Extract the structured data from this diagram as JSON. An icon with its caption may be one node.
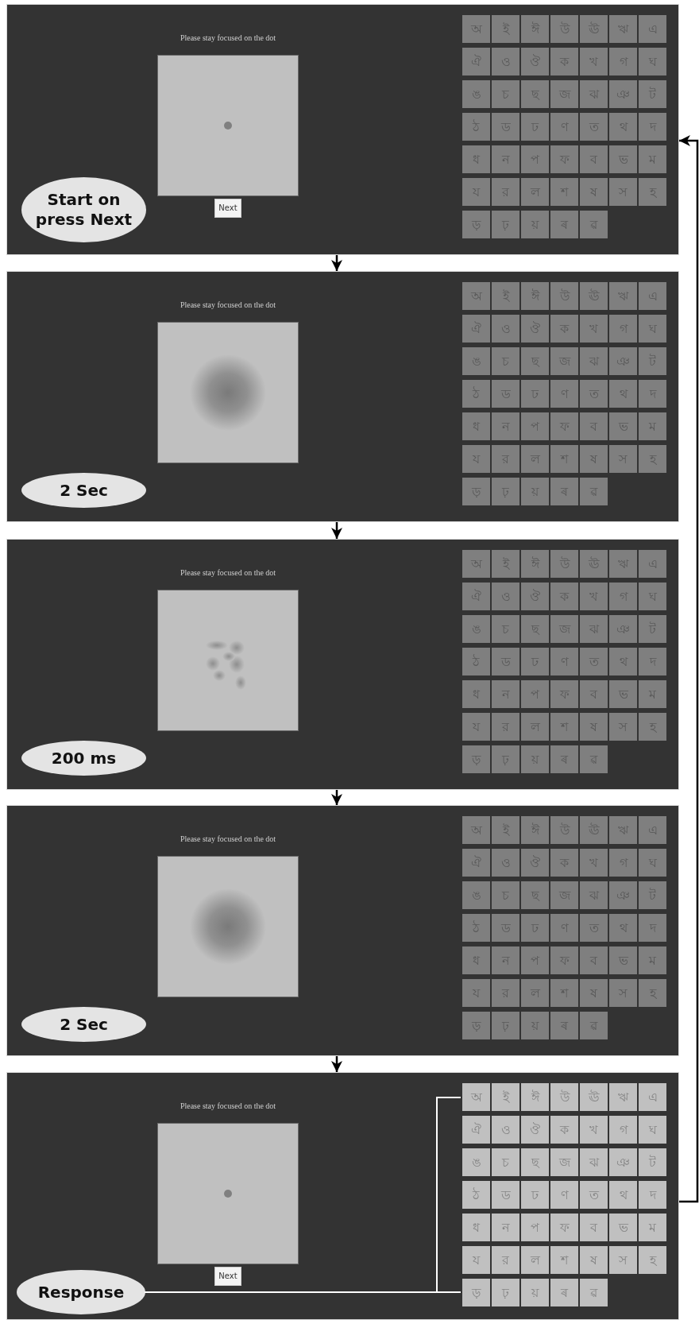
{
  "diagram": {
    "nodes": [
      {
        "text": [
          "Please stay focused on the dot"
        ]
      },
      {
        "text": [
          "Start on press Next"
        ],
        "in": 0
      },
      {
        "text": [
          "অ",
          "ই",
          "ঈ",
          "উ",
          "ঊ",
          "ঋ",
          "এ",
          "ঐ",
          "ও",
          "ঔ",
          "ক",
          "খ",
          "গ",
          "ঘ",
          "ঙ",
          "চ",
          "ছ",
          "জ",
          "ঝ",
          "ঞ",
          "ট",
          "ঠ",
          "ড",
          "ঢ",
          "ণ",
          "ত",
          "থ",
          "দ",
          "ধ",
          "ন",
          "প",
          "ফ",
          "ব",
          "ভ",
          "ম",
          "য",
          "র",
          "ল",
          "শ",
          "ষ",
          "স",
          "হ",
          "ড়",
          "ঢ়",
          "য়",
          "ৰ",
          "ৱ"
        ],
        "in": 0
      },
      {
        "text": [
          "Next"
        ],
        "in": 0
      },
      {
        "text": [
          "Please stay focused on the dot"
        ]
      },
      {
        "text": [
          "2 Sec"
        ],
        "in": 4
      },
      {
        "text": [
          "অ",
          "ই",
          "ঈ",
          "উ",
          "ঊ",
          "ঋ",
          "এ",
          "ঐ",
          "ও",
          "ঔ",
          "ক",
          "খ",
          "গ",
          "ঘ",
          "ঙ",
          "চ",
          "ছ",
          "জ",
          "ঝ",
          "ঞ",
          "ট",
          "ঠ",
          "ড",
          "ঢ",
          "ণ",
          "ত",
          "থ",
          "দ",
          "ধ",
          "ন",
          "প",
          "ফ",
          "ব",
          "ভ",
          "ম",
          "য",
          "র",
          "ল",
          "শ",
          "ষ",
          "স",
          "হ",
          "ড়",
          "ঢ়",
          "য়",
          "ৰ",
          "ৱ"
        ],
        "in": 4
      },
      {
        "text": [
          "Please stay focused on the dot"
        ]
      },
      {
        "text": [
          "200 ms"
        ],
        "in": 7
      },
      {
        "text": [
          "অ",
          "ই",
          "ঈ",
          "উ",
          "ঊ",
          "ঋ",
          "এ",
          "ঐ",
          "ও",
          "ঔ",
          "ক",
          "খ",
          "গ",
          "ঘ",
          "ঙ",
          "চ",
          "ছ",
          "জ",
          "ঝ",
          "ঞ",
          "ট",
          "ঠ",
          "ড",
          "ঢ",
          "ণ",
          "ত",
          "থ",
          "দ",
          "ধ",
          "ন",
          "প",
          "ফ",
          "ব",
          "ভ",
          "ম",
          "য",
          "র",
          "ল",
          "শ",
          "ষ",
          "স",
          "হ",
          "ড়",
          "ঢ়",
          "য়",
          "ৰ",
          "ৱ"
        ],
        "in": 7
      },
      {
        "text": [
          "Please stay focused on the dot"
        ]
      },
      {
        "text": [
          "2 Sec"
        ],
        "in": 10
      },
      {
        "text": [
          "অ",
          "ই",
          "ঈ",
          "উ",
          "ঊ",
          "ঋ",
          "এ",
          "ঐ",
          "ও",
          "ঔ",
          "ক",
          "খ",
          "গ",
          "ঘ",
          "ঙ",
          "চ",
          "ছ",
          "জ",
          "ঝ",
          "ঞ",
          "ট",
          "ঠ",
          "ড",
          "ঢ",
          "ণ",
          "ত",
          "থ",
          "দ",
          "ধ",
          "ন",
          "প",
          "ফ",
          "ব",
          "ভ",
          "ম",
          "য",
          "র",
          "ল",
          "শ",
          "ষ",
          "স",
          "হ",
          "ড়",
          "ঢ়",
          "য়",
          "ৰ",
          "ৱ"
        ],
        "in": 10
      },
      {
        "text": [
          "Please stay focused on the dot"
        ]
      },
      {
        "text": [
          "Response"
        ],
        "in": 13
      },
      {
        "text": [
          "অ",
          "ই",
          "ঈ",
          "উ",
          "ঊ",
          "ঋ",
          "এ",
          "ঐ",
          "ও",
          "ঔ",
          "ক",
          "খ",
          "গ",
          "ঘ",
          "ঙ",
          "চ",
          "ছ",
          "জ",
          "ঝ",
          "ঞ",
          "ট",
          "ঠ",
          "ড",
          "ঢ",
          "ণ",
          "ত",
          "থ",
          "দ",
          "ধ",
          "ন",
          "প",
          "ফ",
          "ব",
          "ভ",
          "ম",
          "য",
          "র",
          "ল",
          "শ",
          "ষ",
          "স",
          "হ",
          "ড়",
          "ঢ়",
          "য়",
          "ৰ",
          "ৱ"
        ],
        "in": 13
      },
      {
        "text": [
          "Next"
        ],
        "in": 13
      }
    ],
    "edges": [
      {
        "from": 0,
        "to": 4,
        "arrow": "to"
      },
      {
        "from": 4,
        "to": 7,
        "arrow": "to"
      },
      {
        "from": 7,
        "to": 10,
        "arrow": "to"
      },
      {
        "from": 10,
        "to": 13,
        "arrow": "to"
      },
      {
        "from": 13,
        "to": 0,
        "arrow": "to"
      },
      {
        "from": 14,
        "to": 15,
        "arrow": "none",
        "color": "#ffffff"
      }
    ]
  }
}
